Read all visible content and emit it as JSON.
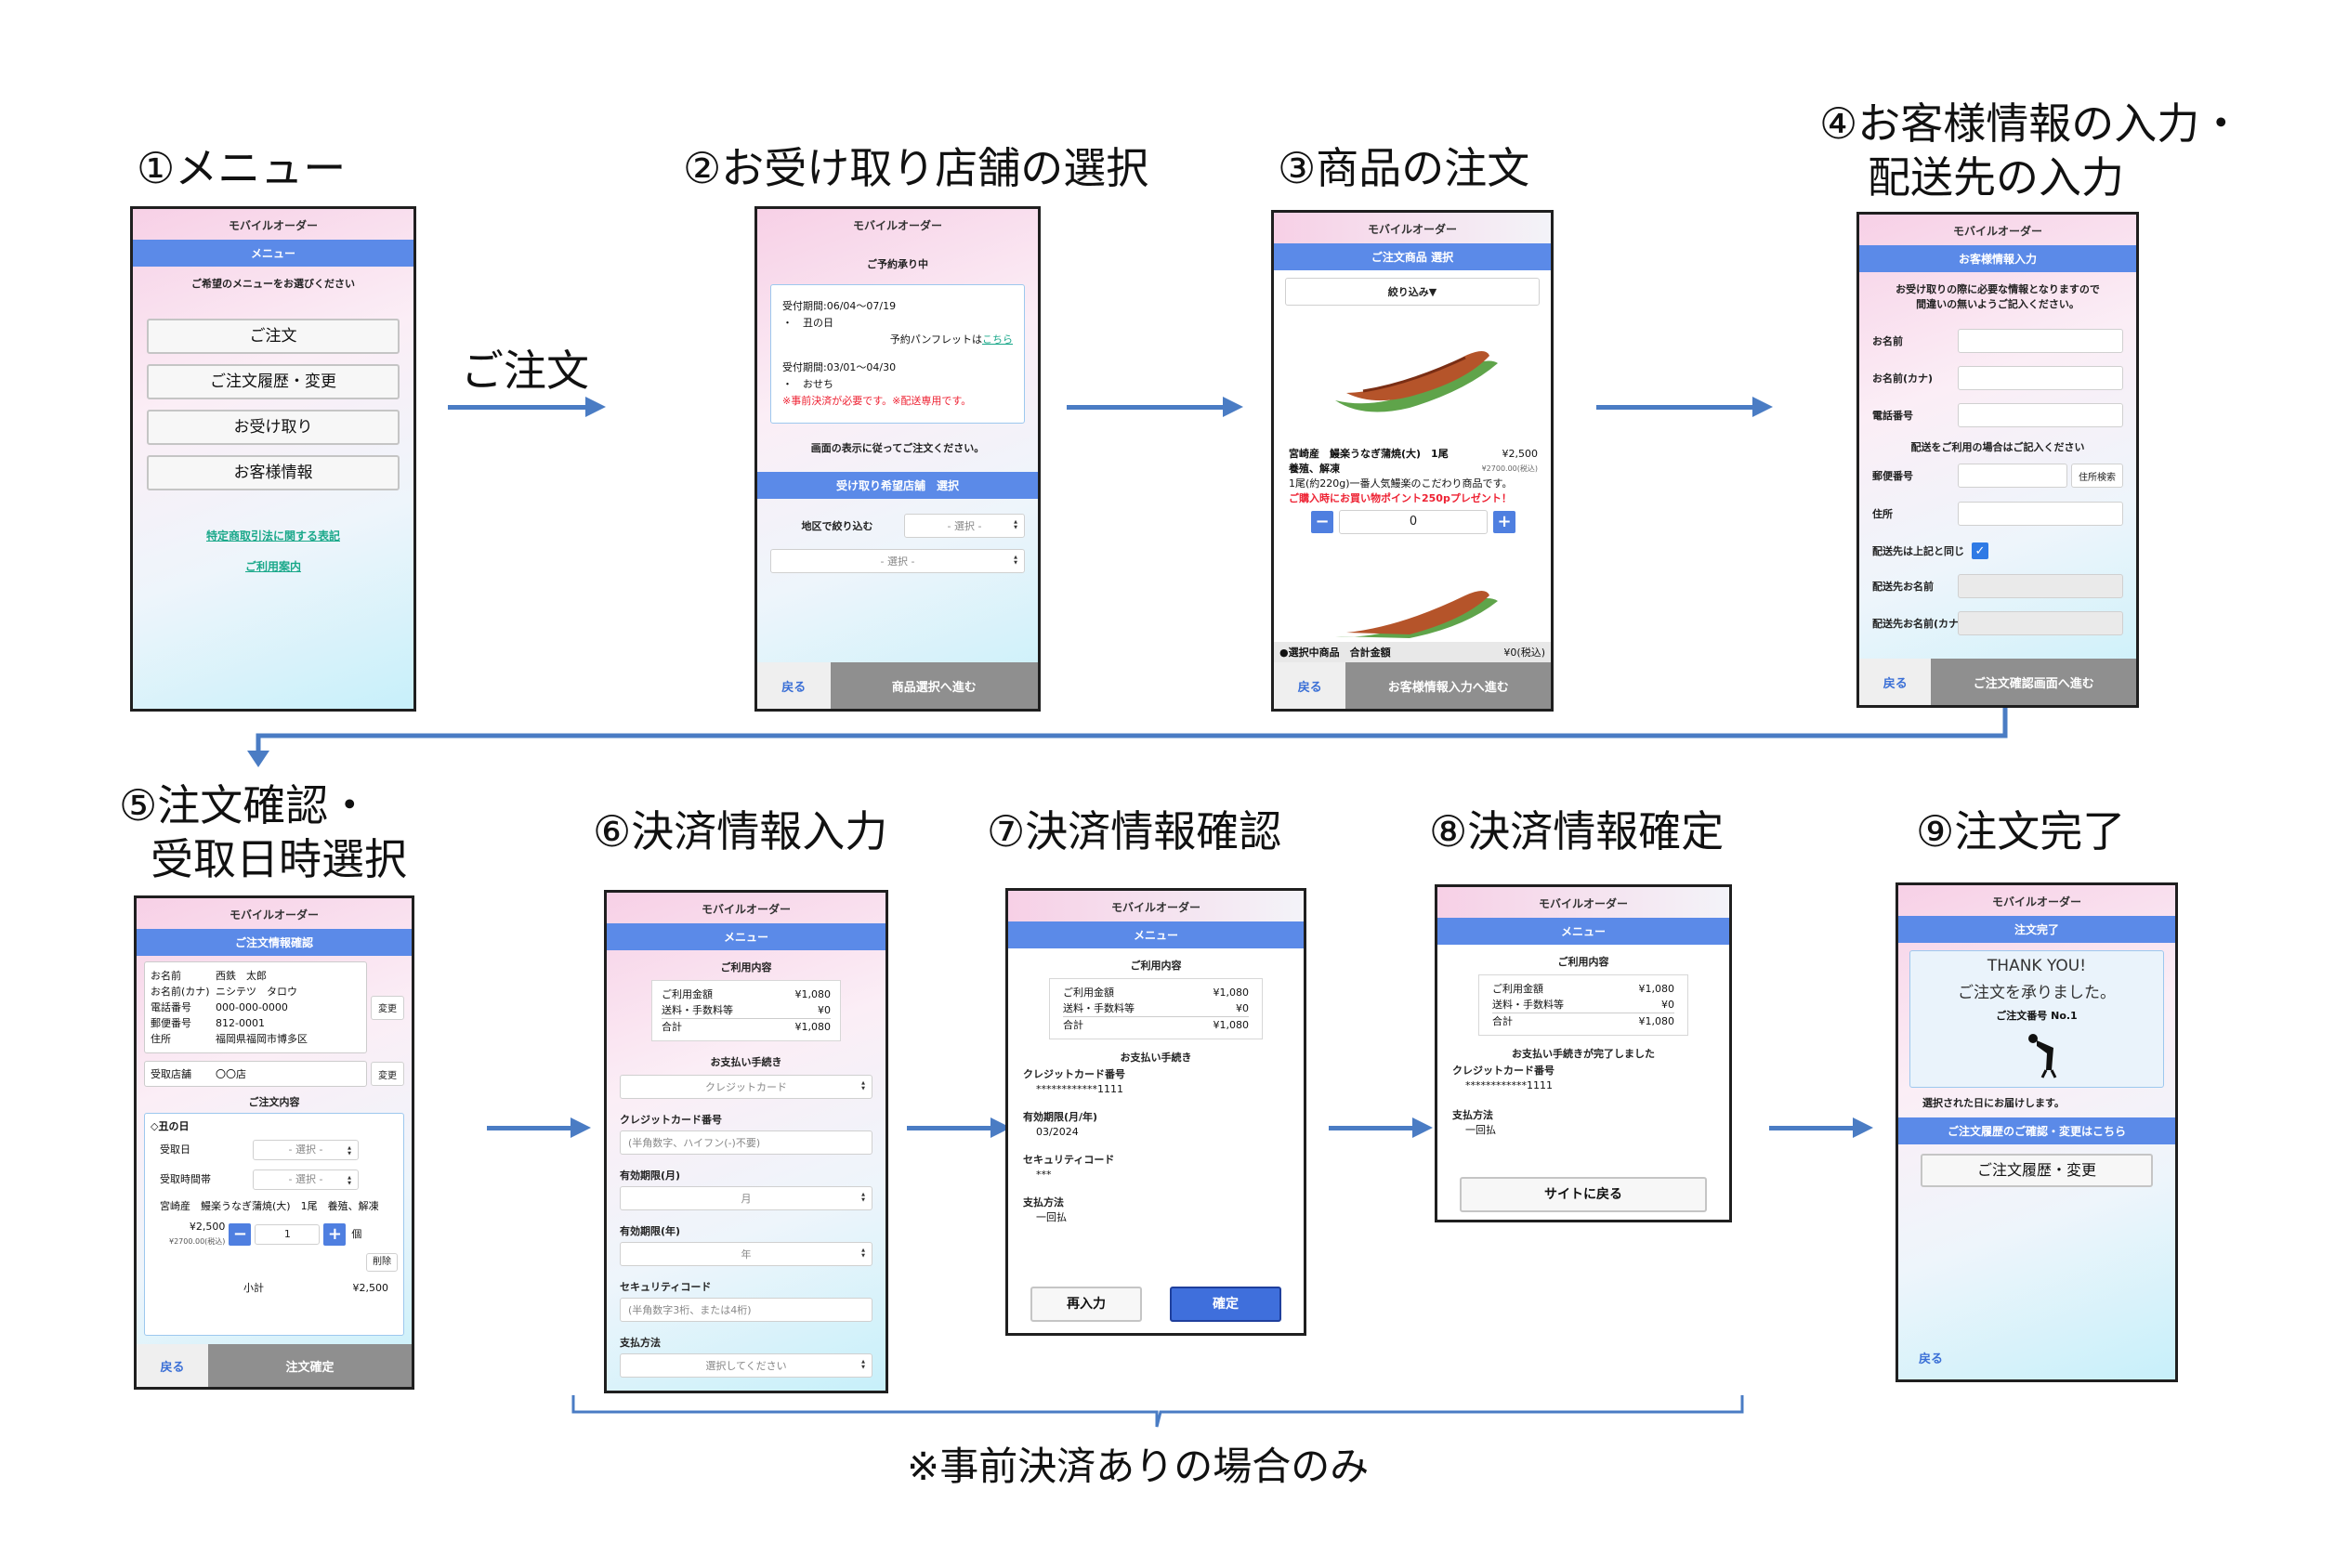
{
  "steps": {
    "s1": "①メニュー",
    "s2": "②お受け取り店舗の選択",
    "s3": "③商品の注文",
    "s4a": "④お客様情報の入力・",
    "s4b": "配送先の入力",
    "s5a": "⑤注文確認・",
    "s5b": "受取日時選択",
    "s6": "⑥決済情報入力",
    "s7": "⑦決済情報確認",
    "s8": "⑧決済情報確定",
    "s9": "⑨注文完了"
  },
  "arrow_label": "ご注文",
  "bracket_note": "※事前決済ありの場合のみ",
  "app_title": "モバイルオーダー",
  "footer_back": "戻る",
  "p1": {
    "bar": "メニュー",
    "prompt": "ご希望のメニューをお選びください",
    "buttons": [
      "ご注文",
      "ご注文履歴・変更",
      "お受け取り",
      "お客様情報"
    ],
    "link1": "特定商取引法に関する表記",
    "link2": "ご利用案内"
  },
  "p2": {
    "heading": "ご予約承り中",
    "period1": "受付期間:06/04〜07/19",
    "item1": "・　丑の日",
    "pamphlet": "予約パンフレットは",
    "pamphlet_link": "こちら",
    "period2": "受付期間:03/01〜04/30",
    "item2_note": "※事前決済が必要です。※配送専用です。",
    "item2": "・　おせち",
    "instruction": "画面の表示に従ってご注文ください。",
    "bar": "受け取り希望店舗　選択",
    "filter_label": "地区で絞り込む",
    "select": "- 選択 -",
    "next": "商品選択へ進む"
  },
  "p3": {
    "bar": "ご注文商品 選択",
    "filter": "絞り込み▼",
    "name": "宮崎産　鰻楽うなぎ蒲焼(大)　1尾",
    "sub": "養殖、解凍",
    "price": "¥2,500",
    "price_tax": "¥2700.00(税込)",
    "desc": "1尾(約220g)一番人気鰻楽のこだわり商品です。",
    "promo": "ご購入時にお買い物ポイント250pプレゼント！",
    "minus": "−",
    "qty": "0",
    "plus": "+",
    "total_label": "●選択中商品　合計金額",
    "total_value": "¥0(税込)",
    "next": "お客様情報入力へ進む"
  },
  "p4": {
    "bar": "お客様情報入力",
    "intro1": "お受け取りの際に必要な情報となりますので",
    "intro2": "間違いの無いようご記入ください。",
    "name": "お名前",
    "kana": "お名前(カナ)",
    "tel": "電話番号",
    "delivery_note": "配送をご利用の場合はご記入ください",
    "zip": "郵便番号",
    "zip_btn": "住所検索",
    "address": "住所",
    "same": "配送先は上記と同じ",
    "dest_name": "配送先お名前",
    "dest_kana": "配送先お名前(カナ)",
    "next": "ご注文確認画面へ進む"
  },
  "p5": {
    "bar": "ご注文情報確認",
    "labels": [
      "お名前",
      "お名前(カナ)",
      "電話番号",
      "郵便番号",
      "住所"
    ],
    "values": [
      "西鉄　太郎",
      "ニシテツ　タロウ",
      "000-000-0000",
      "812-0001",
      "福岡県福岡市博多区"
    ],
    "change": "変更",
    "store_label": "受取店舗",
    "store_value": "〇〇店",
    "contents": "ご注文内容",
    "group": "◇丑の日",
    "date_label": "受取日",
    "time_label": "受取時間帯",
    "select": "- 選択 -",
    "item": "宮崎産　鰻楽うなぎ蒲焼(大)　1尾　養殖、解凍",
    "price": "¥2,500",
    "price_tax": "¥2700.00(税込)",
    "minus": "−",
    "qty": "1",
    "plus": "+",
    "unit": "個",
    "delete": "削除",
    "subtotal_label": "小計",
    "subtotal_value": "¥2,500",
    "next": "注文確定"
  },
  "pay_common": {
    "bar": "メニュー",
    "usage": "ご利用内容",
    "amount_label": "ご利用金額",
    "amount": "¥1,080",
    "fee_label": "送料・手数料等",
    "fee": "¥0",
    "total_label": "合計",
    "total": "¥1,080"
  },
  "p6": {
    "method_head": "お支払い手続き",
    "method_select": "クレジットカード",
    "card_label": "クレジットカード番号",
    "card_ph": "(半角数字、ハイフン(-)不要)",
    "exp_m_label": "有効期限(月)",
    "exp_m": "月",
    "exp_y_label": "有効期限(年)",
    "exp_y": "年",
    "sec_label": "セキュリティコード",
    "sec_ph": "(半角数字3桁、または4桁)",
    "pay_label": "支払方法",
    "pay_select": "選択してください"
  },
  "p7": {
    "method_head": "お支払い手続き",
    "card_label": "クレジットカード番号",
    "card": "************1111",
    "exp_label": "有効期限(月/年)",
    "exp": "03/2024",
    "sec_label": "セキュリティコード",
    "sec": "***",
    "pay_label": "支払方法",
    "pay": "一回払",
    "reenter": "再入力",
    "confirm": "確定"
  },
  "p8": {
    "done": "お支払い手続きが完了しました",
    "card_label": "クレジットカード番号",
    "card": "************1111",
    "pay_label": "支払方法",
    "pay": "一回払",
    "back_btn": "サイトに戻る"
  },
  "p9": {
    "bar": "注文完了",
    "thanks": "THANK YOU!",
    "accepted": "ご注文を承りました。",
    "order_no": "ご注文番号 No.1",
    "delivery": "選択された日にお届けします。",
    "bar2": "ご注文履歴のご確認・変更はこちら",
    "btn": "ご注文履歴・変更"
  },
  "colors": {
    "accent": "#5b8ae8",
    "arrow": "#4a7cc4",
    "link": "#1aa88a",
    "warning": "#e22233"
  }
}
